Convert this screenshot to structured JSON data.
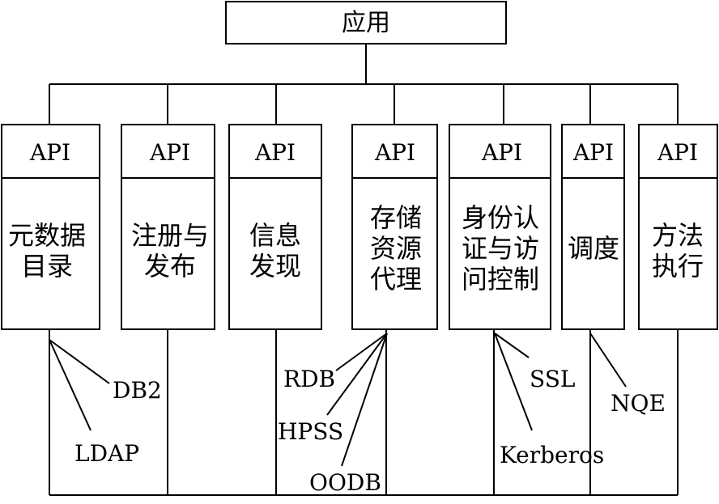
{
  "top": {
    "label": "应用"
  },
  "api_label": "API",
  "modules": [
    {
      "id": "metadata-catalog",
      "lines": [
        "元数据",
        "目录"
      ]
    },
    {
      "id": "registration-publishing",
      "lines": [
        "注册与",
        "发布"
      ]
    },
    {
      "id": "information-discovery",
      "lines": [
        "信息",
        "发现"
      ]
    },
    {
      "id": "storage-resource-proxy",
      "lines": [
        "存储",
        "资源",
        "代理"
      ]
    },
    {
      "id": "authentication-access-control",
      "lines": [
        "身份认",
        "证与访",
        "问控制"
      ]
    },
    {
      "id": "scheduling",
      "lines": [
        "调度"
      ]
    },
    {
      "id": "method-execution",
      "lines": [
        "方法",
        "执行"
      ]
    }
  ],
  "backends": {
    "metadata-catalog": [
      "DB2",
      "LDAP"
    ],
    "storage-resource-proxy": [
      "RDB",
      "HPSS",
      "OODB"
    ],
    "authentication-access-control": [
      "SSL",
      "Kerberos"
    ],
    "scheduling": [
      "NQE"
    ]
  }
}
